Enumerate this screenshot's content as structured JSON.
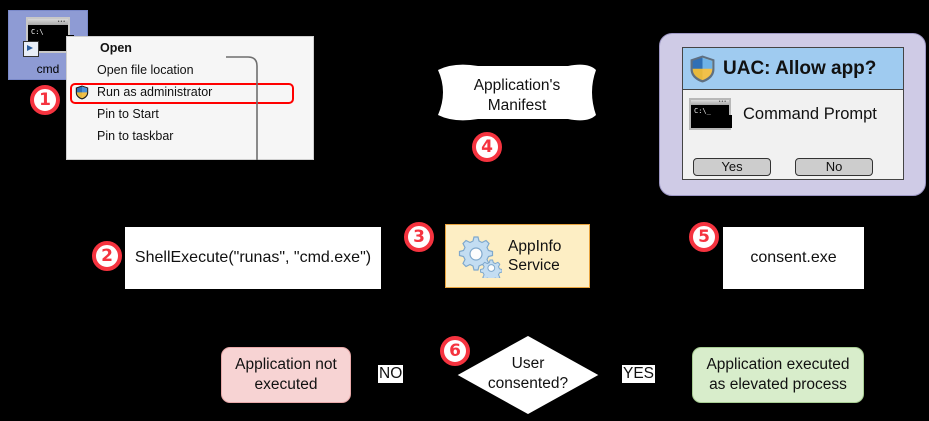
{
  "desktop_icon": {
    "label": "cmd",
    "icon": "command-prompt-icon",
    "prompt_text": "C:\\"
  },
  "context_menu": {
    "items": [
      {
        "label": "Open",
        "bold": true,
        "icon": null
      },
      {
        "label": "Open file location",
        "bold": false,
        "icon": null
      },
      {
        "label": "Run as administrator",
        "bold": false,
        "icon": "uac-shield-icon",
        "highlighted": true
      },
      {
        "label": "Pin to Start",
        "bold": false,
        "icon": null
      },
      {
        "label": "Pin to taskbar",
        "bold": false,
        "icon": null
      }
    ],
    "highlight_color": "#ff0000"
  },
  "steps": {
    "one": "1",
    "two": "2",
    "three": "3",
    "four": "4",
    "five": "5",
    "six": "6",
    "badge_color": "#f5333f"
  },
  "nodes": {
    "shellexecute": "ShellExecute(\"runas\", \"cmd.exe\")",
    "appinfo_line1": "AppInfo",
    "appinfo_line2": "Service",
    "appinfo_icon": "gears-icon",
    "consent": "consent.exe",
    "manifest_line1": "Application's",
    "manifest_line2": "Manifest",
    "decision_line1": "User",
    "decision_line2": "consented?",
    "not_executed_line1": "Application not",
    "not_executed_line2": "executed",
    "elevated_line1": "Application executed",
    "elevated_line2": "as elevated process"
  },
  "edges": {
    "no_label": "NO",
    "yes_label": "YES"
  },
  "uac_dialog": {
    "title": "UAC: Allow app?",
    "shield_icon": "uac-shield-icon",
    "app_icon": "command-prompt-icon",
    "app_name": "Command Prompt",
    "yes_button": "Yes",
    "no_button": "No",
    "titlebar_color": "#9fcbf0",
    "frame_color": "#cfcbe6"
  },
  "colors": {
    "appinfo_fill": "#fdeec4",
    "appinfo_border": "#e8a33d",
    "pink_fill": "#f7d3d3",
    "green_fill": "#d8edcb"
  }
}
